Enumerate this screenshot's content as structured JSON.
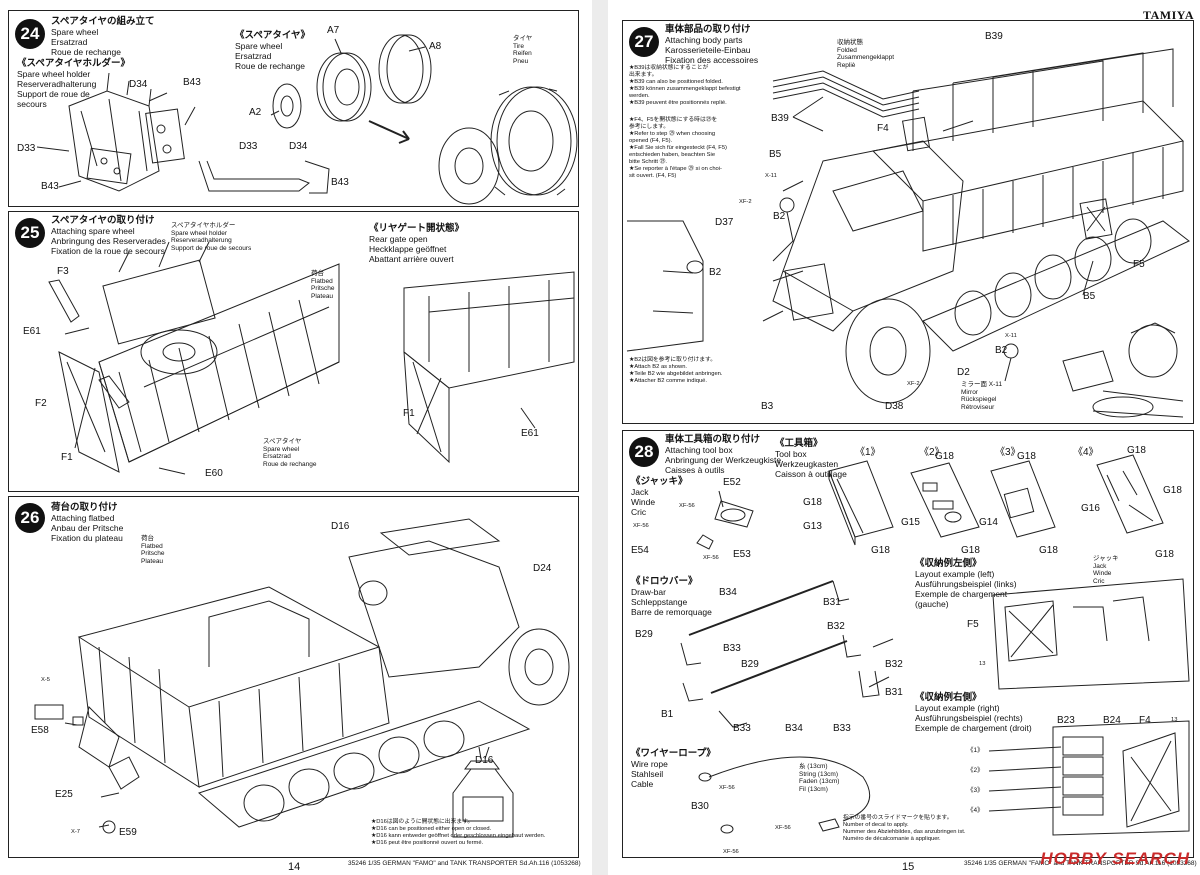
{
  "brand": "TAMIYA",
  "watermark": "HOBBY SEARCH",
  "pages": {
    "left_number": "14",
    "right_number": "15",
    "footer": "35246 1/35 GERMAN \"FAMO\" and TANK TRANSPORTER Sd.Ah.116 (1053268)"
  },
  "steps": {
    "s24": {
      "number": "24",
      "title_jp": "スペアタイヤの組み立て",
      "title_lines": [
        "Spare wheel",
        "Ersatzrad",
        "Roue de rechange"
      ],
      "sub_holder_jp": "《スペアタイヤホルダー》",
      "sub_holder": [
        "Spare wheel holder",
        "Reserveradhalterung",
        "Support de roue de",
        "secours"
      ],
      "sub_wheel_jp": "《スペアタイヤ》",
      "sub_wheel": [
        "Spare wheel",
        "Ersatzrad",
        "Roue de rechange"
      ],
      "tire_lines": [
        "タイヤ",
        "Tire",
        "Reifen",
        "Pneu"
      ],
      "parts": {
        "D34a": "D34",
        "B43a": "B43",
        "D33a": "D33",
        "B43b": "B43",
        "D33b": "D33",
        "D34b": "D34",
        "B43c": "B43",
        "A7": "A7",
        "A8": "A8",
        "A2": "A2"
      }
    },
    "s25": {
      "number": "25",
      "title_jp": "スペアタイヤの取り付け",
      "title_lines": [
        "Attaching spare wheel",
        "Anbringung des Reserverades",
        "Fixation de la roue de secours"
      ],
      "holder_lines": [
        "スペアタイヤホルダー",
        "Spare wheel holder",
        "Reserveradhalterung",
        "Support de roue de secours"
      ],
      "flatbed_lines": [
        "荷台",
        "Flatbed",
        "Pritsche",
        "Plateau"
      ],
      "gate_jp": "《リヤゲート開状態》",
      "gate_lines": [
        "Rear gate open",
        "Heckklappe geöffnet",
        "Abattant arrière ouvert"
      ],
      "spare_lines": [
        "スペアタイヤ",
        "Spare wheel",
        "Ersatzrad",
        "Roue de rechange"
      ],
      "parts": {
        "F3": "F3",
        "E61a": "E61",
        "F2": "F2",
        "F1a": "F1",
        "E60": "E60",
        "F1b": "F1",
        "E61b": "E61"
      }
    },
    "s26": {
      "number": "26",
      "title_jp": "荷台の取り付け",
      "title_lines": [
        "Attaching flatbed",
        "Anbau der Pritsche",
        "Fixation du plateau"
      ],
      "flatbed_lines": [
        "荷台",
        "Flatbed",
        "Pritsche",
        "Plateau"
      ],
      "note_lines": [
        "★D16は図のように開状態に出来ます。",
        "★D16 can be positioned either open or closed.",
        "★D16 kann entweder geöffnet oder geschlossen eingebaut werden.",
        "★D16 peut être positionné ouvert ou fermé."
      ],
      "parts": {
        "D16a": "D16",
        "D24": "D24",
        "X5": "X-5",
        "E58": "E58",
        "E25": "E25",
        "X7": "X-7",
        "E59": "E59",
        "D16b": "D16"
      }
    },
    "s27": {
      "number": "27",
      "title_jp": "車体部品の取り付け",
      "title_lines": [
        "Attaching body parts",
        "Karosserieteile-Einbau",
        "Fixation des accessoires"
      ],
      "folded_lines": [
        "収納状態",
        "Folded",
        "Zusammengeklappt",
        "Repliè"
      ],
      "note1_lines": [
        "★B39は収納状態にすることが",
        "出来ます。",
        "★B39 can also be positioned folded.",
        "★B39 können zusammengeklappt befestigt",
        "werden.",
        "★B39 peuvent être positionnés replié."
      ],
      "note2_lines": [
        "★F4、F5を開状態にする時は㉕を",
        "参考にします。",
        "★Refer to step ㉕ when choosing",
        "opened (F4, F5).",
        "★Fall Sie sich für eingesteckt (F4, F5)",
        "entschieden haben, beachten Sie",
        "bitte Schritt ㉕.",
        "★Se reporter à l'étape ㉕ si on choi-",
        "sit ouvert. (F4, F5)"
      ],
      "note3_lines": [
        "★B2は図を参考に取り付けます。",
        "★Attach B2 as shown.",
        "★Teile B2 wie abgebildet anbringen.",
        "★Attacher B2 comme indiqué."
      ],
      "mirror_lines": [
        "ミラー面 X-11",
        "Mirror",
        "Rückspiegel",
        "Rétroviseur"
      ],
      "parts": {
        "B39a": "B39",
        "B39b": "B39",
        "F4": "F4",
        "B5a": "B5",
        "X11a": "X-11",
        "XF2a": "XF-2",
        "B2a": "B2",
        "D37": "D37",
        "B2b": "B2",
        "F5": "F5",
        "B5b": "B5",
        "X11b": "X-11",
        "B2c": "B2",
        "D2": "D2",
        "XF2b": "XF-2",
        "B3": "B3",
        "D38": "D38"
      }
    },
    "s28": {
      "number": "28",
      "title_jp": "車体工具箱の取り付け",
      "title_lines": [
        "Attaching tool box",
        "Anbringung der Werkzeugkiste",
        "Caisses à outils"
      ],
      "toolbox_jp": "《工具箱》",
      "toolbox_lines": [
        "Tool box",
        "Werkzeugkasten",
        "Caisson à outillage"
      ],
      "jack_jp": "《ジャッキ》",
      "jack_lines": [
        "Jack",
        "Winde",
        "Cric"
      ],
      "drawbar_jp": "《ドロウバー》",
      "drawbar_lines": [
        "Draw-bar",
        "Schleppstange",
        "Barre de remorquage"
      ],
      "wire_jp": "《ワイヤーロープ》",
      "wire_lines": [
        "Wire rope",
        "Stahlseil",
        "Cable"
      ],
      "string_lines": [
        "糸 (13cm)",
        "String (13cm)",
        "Faden (13cm)",
        "Fil (13cm)"
      ],
      "layout_left_jp": "《収納例左側》",
      "layout_left_lines": [
        "Layout example (left)",
        "Ausführungsbeispiel (links)",
        "Exemple de chargement",
        "(gauche)"
      ],
      "layout_right_jp": "《収納例右側》",
      "layout_right_lines": [
        "Layout example (right)",
        "Ausführungsbeispiel (rechts)",
        "Exemple de chargement (droit)"
      ],
      "jack2_lines": [
        "ジャッキ",
        "Jack",
        "Winde",
        "Cric"
      ],
      "decal_lines": [
        "指示の番号のスライドマークを貼ります。",
        "Number of decal to apply.",
        "Nummer des Abziehbildes, das anzubringen ist.",
        "Numéro de décalcomanie à appliquer."
      ],
      "box_labels": [
        "《1》",
        "《2》",
        "《3》",
        "《4》"
      ],
      "list_labels": [
        "《1》",
        "《2》",
        "《3》",
        "《4》"
      ],
      "parts": {
        "E52": "E52",
        "XF56a": "XF-56",
        "XF56b": "XF-56",
        "E54": "E54",
        "XF56c": "XF-56",
        "E53": "E53",
        "B34a": "B34",
        "B31a": "B31",
        "B32a": "B32",
        "B29a": "B29",
        "B33a": "B33",
        "B29b": "B29",
        "B1": "B1",
        "B33b": "B33",
        "B34b": "B34",
        "B32b": "B32",
        "B31b": "B31",
        "B33c": "B33",
        "B30": "B30",
        "XF56d": "XF-56",
        "XF56e": "XF-56",
        "XF56f": "XF-56",
        "G18a": "G18",
        "G18b": "G18",
        "G18c": "G18",
        "G18d": "G18",
        "G18e": "G18",
        "G18f": "G18",
        "G18g": "G18",
        "G18h": "G18",
        "G18i": "G18",
        "G13": "G13",
        "G15": "G15",
        "G14": "G14",
        "G16": "G16",
        "F5": "F5",
        "B23": "B23",
        "B24": "B24",
        "F4": "F4",
        "d13a": "13",
        "d13b": "13"
      }
    }
  }
}
